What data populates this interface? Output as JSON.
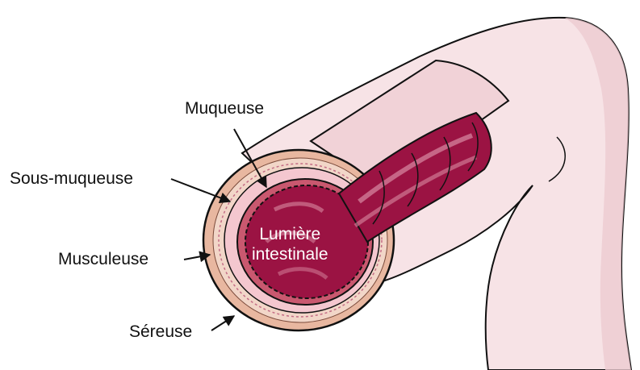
{
  "labels": {
    "muqueuse": "Muqueuse",
    "sous_muqueuse": "Sous-muqueuse",
    "musculeuse": "Musculeuse",
    "sereuse": "Séreuse",
    "lumiere_line1": "Lumière",
    "lumiere_line2": "intestinale"
  },
  "colors": {
    "outer_tube": "#f7e3e6",
    "serosa": "#e8b7a0",
    "muscularis": "#f2d6c8",
    "submucosa": "#f4c7cf",
    "mucosa": "#c9586f",
    "lumen_folds": "#9b1343",
    "fold_highlight": "#d98aa2",
    "outline": "#111111"
  }
}
